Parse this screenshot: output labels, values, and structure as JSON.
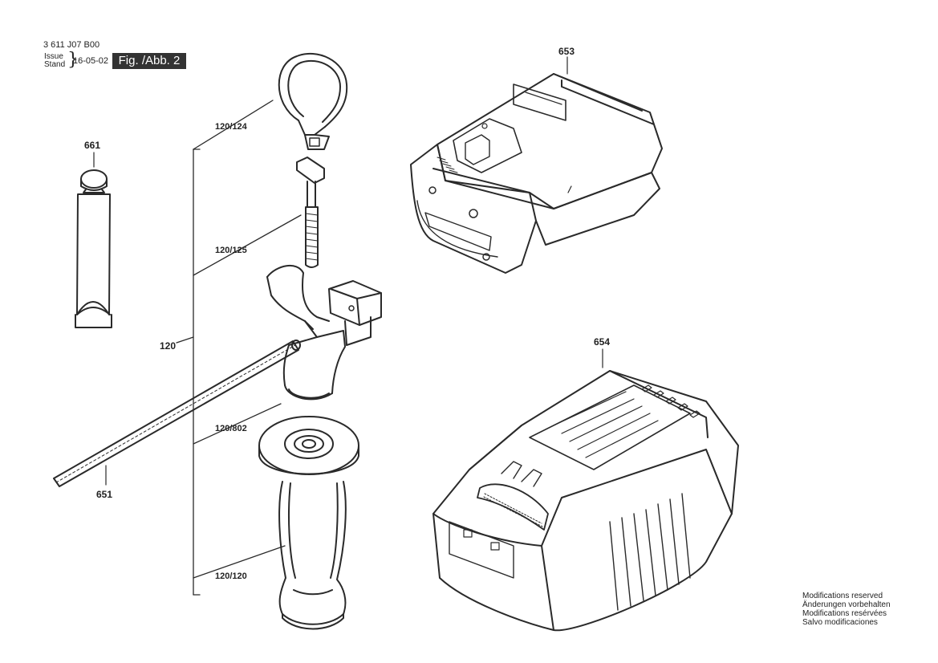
{
  "header": {
    "doc_number": "3 611 J07 B00",
    "issue_label": "Issue",
    "stand_label": "Stand",
    "date": "16-05-02",
    "figure": "Fig. /Abb. 2"
  },
  "part_labels": {
    "battery": "653",
    "grease_tube": "661",
    "clamp_band": "120/124",
    "bolt": "120/125",
    "assembly": "120",
    "handle_cap": "120/802",
    "handle_grip": "120/120",
    "depth_rod": "651",
    "charger": "654"
  },
  "footer": {
    "lines": [
      "Modifications reserved",
      "Änderungen vorbehalten",
      "Modifications resérvées",
      "Salvo modificaciones"
    ]
  }
}
